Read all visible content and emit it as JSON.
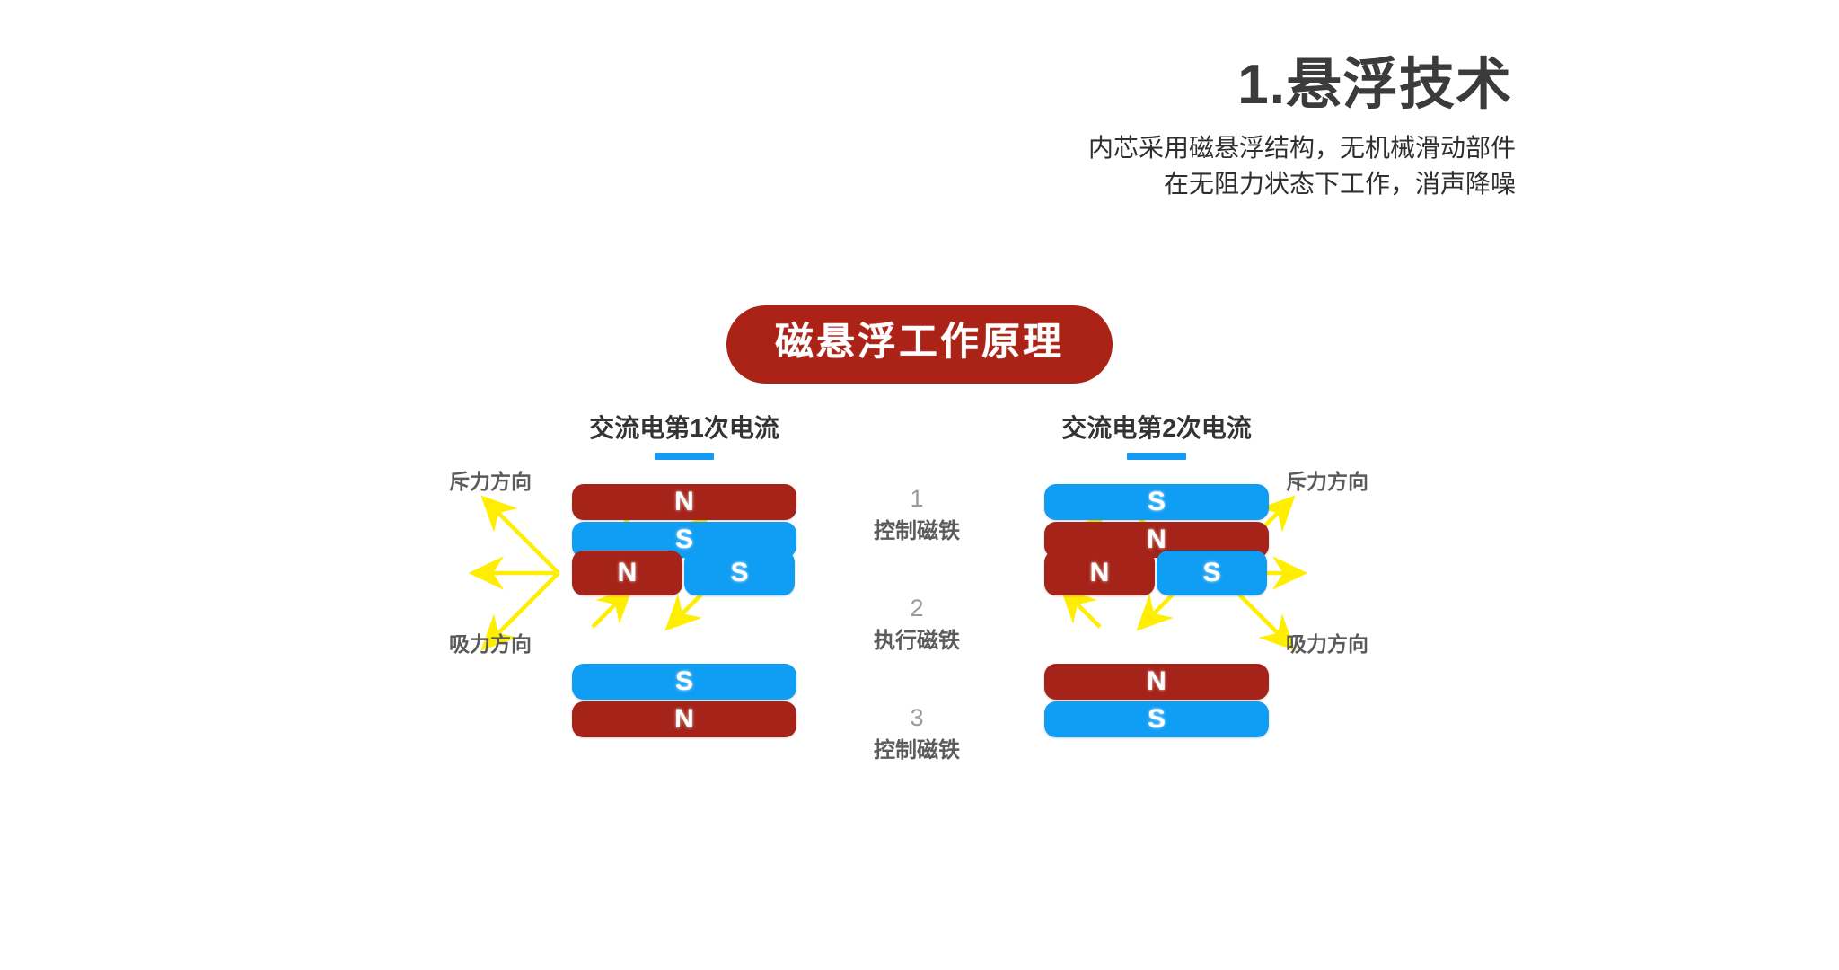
{
  "header": {
    "title": "1.悬浮技术",
    "subtitle_lines": [
      "内芯采用磁悬浮结构，无机械滑动部件",
      "在无阻力状态下工作，消声降噪"
    ]
  },
  "banner": {
    "label": "磁悬浮工作原理",
    "bg_color": "#ab2317",
    "text_color": "#ffffff"
  },
  "colors": {
    "magnet_red": "#a52318",
    "magnet_blue": "#109ef4",
    "arrow_yellow": "#ffee00",
    "rule_blue": "#169bf5",
    "heading_gray": "#3b3b3b"
  },
  "diagram": {
    "columns": [
      {
        "id": "left",
        "header": "交流电第1次电流",
        "rule_color": "#169bf5",
        "rows": [
          {
            "role": "control-top",
            "bars": [
              {
                "pole": "N",
                "color": "red",
                "shape": "wide"
              },
              {
                "pole": "S",
                "color": "blue",
                "shape": "wide"
              }
            ]
          },
          {
            "role": "actuator",
            "bars": [
              {
                "pole": "N",
                "color": "red",
                "shape": "mid"
              },
              {
                "pole": "S",
                "color": "blue",
                "shape": "mid"
              }
            ]
          },
          {
            "role": "control-bottom",
            "bars": [
              {
                "pole": "S",
                "color": "blue",
                "shape": "wide"
              },
              {
                "pole": "N",
                "color": "red",
                "shape": "wide"
              }
            ]
          }
        ],
        "force_labels": {
          "repulsion": "斥力方向",
          "attraction": "吸力方向"
        },
        "force_side": "left"
      },
      {
        "id": "right",
        "header": "交流电第2次电流",
        "rule_color": "#169bf5",
        "rows": [
          {
            "role": "control-top",
            "bars": [
              {
                "pole": "S",
                "color": "blue",
                "shape": "wide"
              },
              {
                "pole": "N",
                "color": "red",
                "shape": "wide"
              }
            ]
          },
          {
            "role": "actuator",
            "bars": [
              {
                "pole": "N",
                "color": "red",
                "shape": "mid"
              },
              {
                "pole": "S",
                "color": "blue",
                "shape": "mid"
              }
            ]
          },
          {
            "role": "control-bottom",
            "bars": [
              {
                "pole": "N",
                "color": "red",
                "shape": "wide"
              },
              {
                "pole": "S",
                "color": "blue",
                "shape": "wide"
              }
            ]
          }
        ],
        "force_labels": {
          "repulsion": "斥力方向",
          "attraction": "吸力方向"
        },
        "force_side": "right"
      }
    ],
    "center_labels": [
      {
        "num": "1",
        "name": "控制磁铁"
      },
      {
        "num": "2",
        "name": "执行磁铁"
      },
      {
        "num": "3",
        "name": "控制磁铁"
      }
    ]
  }
}
